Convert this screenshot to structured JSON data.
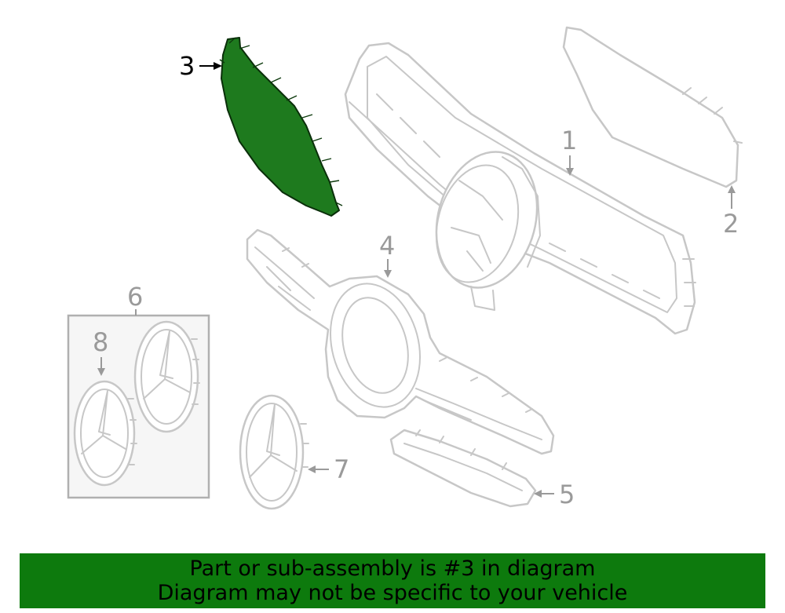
{
  "diagram": {
    "highlighted_part": "3",
    "highlight_color": "#1e7a1e",
    "callouts": [
      "1",
      "2",
      "3",
      "4",
      "5",
      "6",
      "7",
      "8"
    ]
  },
  "banner": {
    "background_color": "#0d7a0d",
    "line1": "Part or sub-assembly is #3 in diagram",
    "line2": "Diagram may not be specific to your vehicle"
  }
}
